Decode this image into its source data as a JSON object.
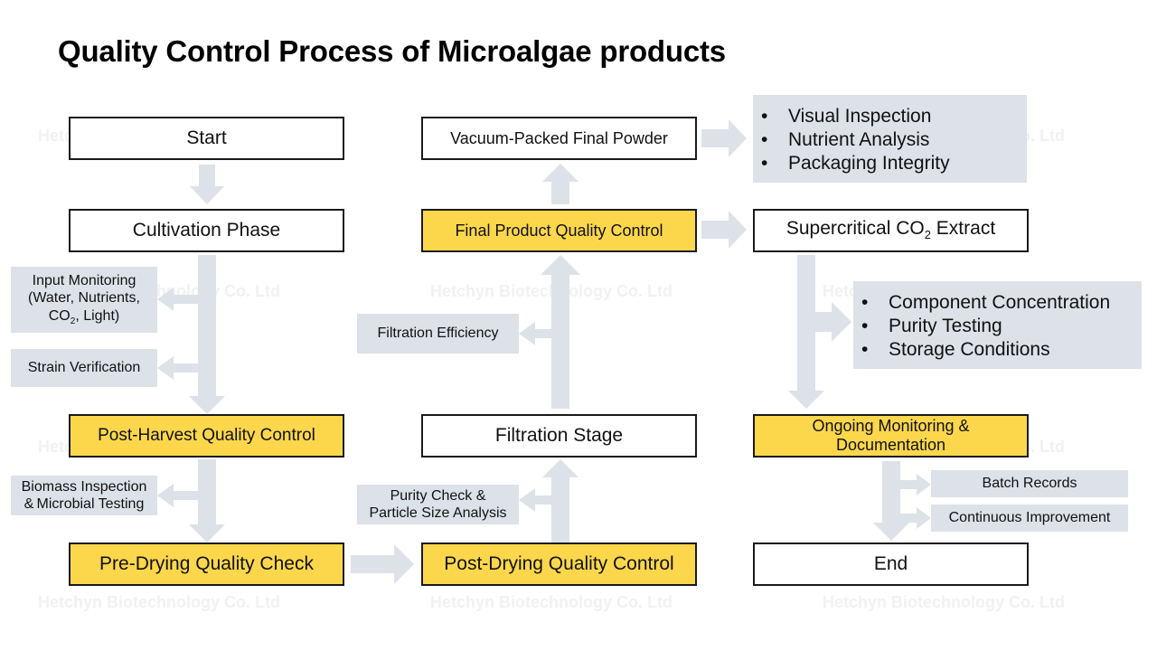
{
  "title": "Quality Control Process of Microalgae products",
  "watermark": "Hetchyn Biotechnology Co. Ltd",
  "colors": {
    "highlight": "#fcd74c",
    "note_bg": "#dde2e8",
    "arrow": "#dde2e8",
    "border": "#1a1a1a"
  },
  "nodes": {
    "start": "Start",
    "cultivation": "Cultivation Phase",
    "post_harvest": "Post-Harvest Quality Control",
    "pre_drying": "Pre-Drying Quality Check",
    "post_drying": "Post-Drying Quality Control",
    "filtration_stage": "Filtration Stage",
    "final_product_qc": "Final Product Quality Control",
    "vacuum_packed": "Vacuum-Packed Final Powder",
    "supercritical_line1": "Supercritical CO",
    "supercritical_sub": "2",
    "supercritical_line2": " Extract",
    "ongoing_line1": "Ongoing Monitoring  &",
    "ongoing_line2": "Documentation",
    "end": "End"
  },
  "notes": {
    "input_line1": "Input Monitoring",
    "input_line2": "(Water, Nutrients,",
    "input_line3a": "CO",
    "input_line3sub": "2",
    "input_line3b": ", Light)",
    "strain": "Strain Verification",
    "biomass_line1": "Biomass Inspection",
    "biomass_line2": "& Microbial Testing",
    "purity_line1": "Purity Check  &",
    "purity_line2": "Particle Size Analysis",
    "filtration_eff": "Filtration Efficiency",
    "batch": "Batch Records",
    "continuous": "Continuous Improvement"
  },
  "final_checks": [
    "Visual Inspection",
    "Nutrient Analysis",
    "Packaging Integrity"
  ],
  "extract_checks": [
    "Component Concentration",
    "Purity Testing",
    "Storage Conditions"
  ]
}
